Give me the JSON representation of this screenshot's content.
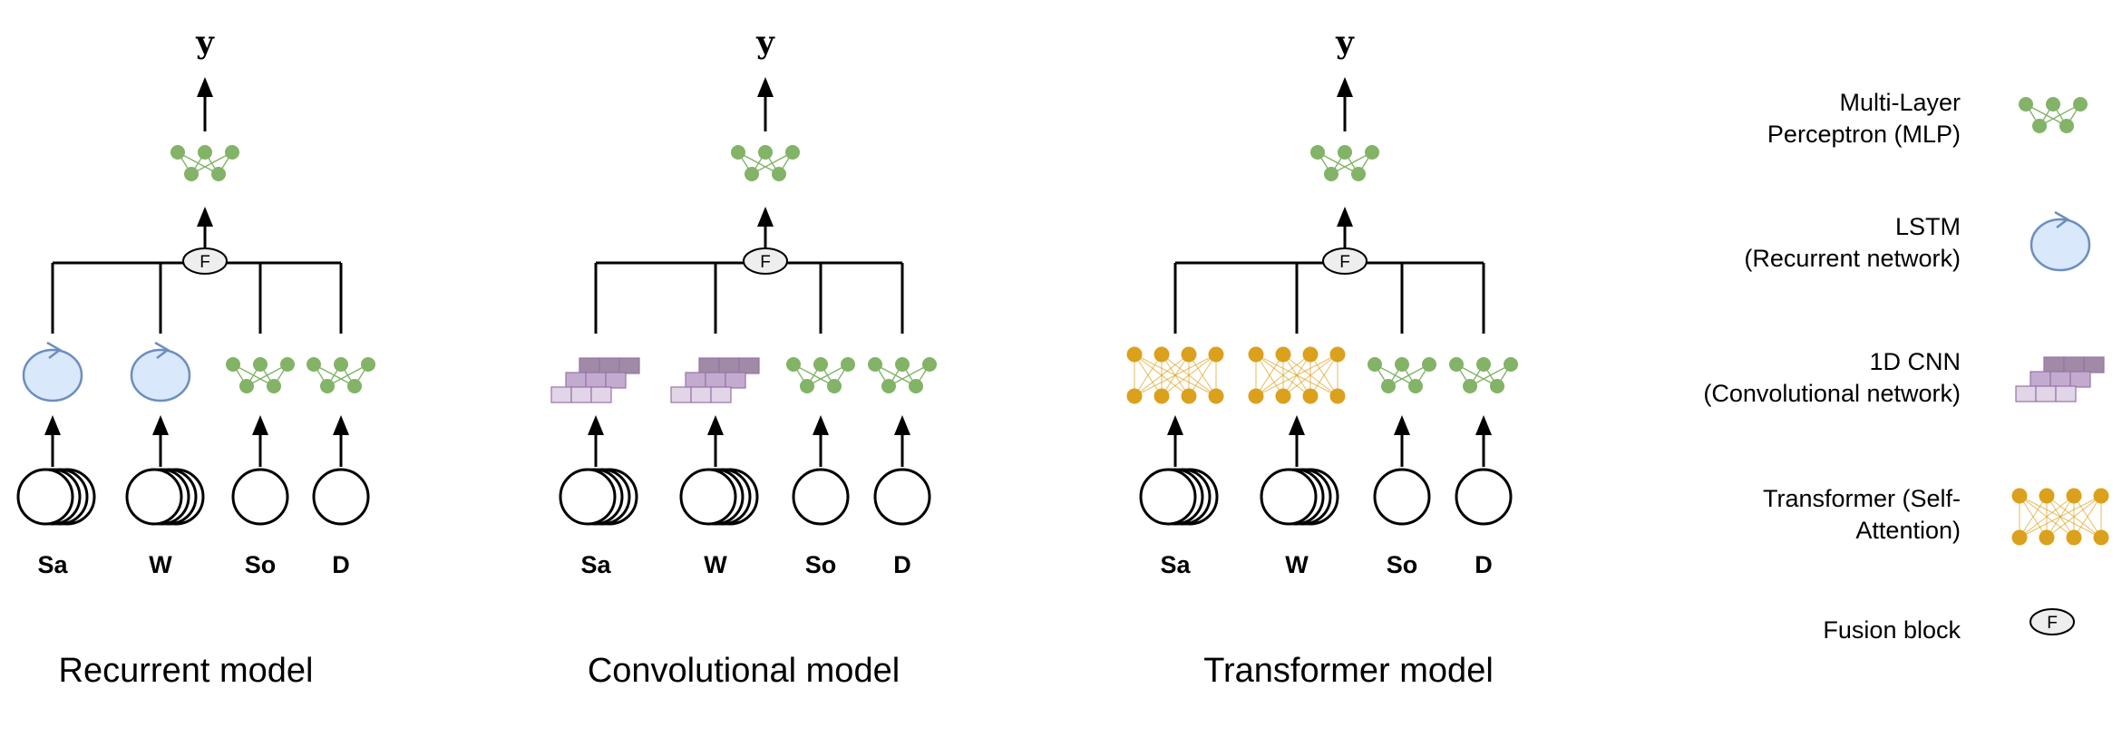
{
  "output_label": "y",
  "fusion_label": "F",
  "inputs": [
    "Sa",
    "W",
    "So",
    "D"
  ],
  "models": [
    {
      "title": "Recurrent model",
      "encoders": [
        "lstm",
        "lstm",
        "mlp",
        "mlp"
      ]
    },
    {
      "title": "Convolutional model",
      "encoders": [
        "cnn",
        "cnn",
        "mlp",
        "mlp"
      ]
    },
    {
      "title": "Transformer model",
      "encoders": [
        "transformer",
        "transformer",
        "mlp",
        "mlp"
      ]
    }
  ],
  "legend": [
    {
      "icon": "mlp",
      "lines": [
        "Multi-Layer",
        "Perceptron (MLP)"
      ]
    },
    {
      "icon": "lstm",
      "lines": [
        "LSTM",
        "(Recurrent network)"
      ]
    },
    {
      "icon": "cnn",
      "lines": [
        "1D CNN",
        "(Convolutional network)"
      ]
    },
    {
      "icon": "transformer",
      "lines": [
        "Transformer (Self-",
        "Attention)"
      ]
    },
    {
      "icon": "fusion",
      "lines": [
        "Fusion block"
      ]
    }
  ],
  "colors": {
    "mlp": "#82b366",
    "lstm_fill": "#dae8fc",
    "lstm_stroke": "#6c8ebf",
    "cnn_fill_front": "#e1d5e7",
    "cnn_fill_mid": "#c3abd0",
    "cnn_fill_back": "#a08aa6",
    "cnn_stroke": "#9673a6",
    "transformer": "#d79b00",
    "transformer_node": "#dba11c",
    "fusion_fill": "#eeeeee",
    "line": "#000000"
  }
}
